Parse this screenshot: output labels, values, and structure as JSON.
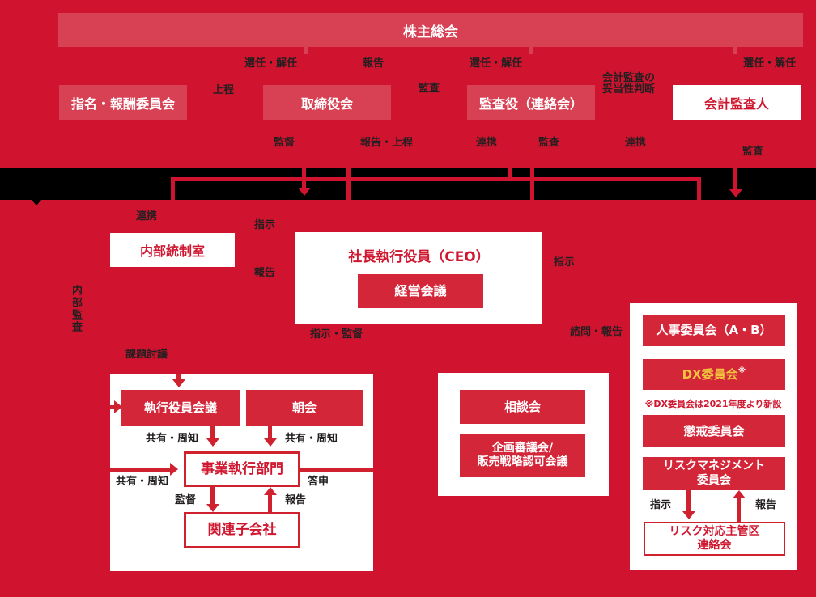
{
  "colors": {
    "background_red": "#d0142f",
    "light_red_box": "#d84154",
    "panel_red_box": "#d32639",
    "red_text": "#cf1730",
    "dark_label": "#231f20",
    "black_band": "#000000",
    "dx_yellow": "#f2c23e",
    "white": "#ffffff"
  },
  "top": {
    "shareholders_meeting": "株主総会",
    "nomination_committee": "指名・報酬委員会",
    "board_of_directors": "取締役会",
    "auditors": "監査役（連絡会）",
    "accounting_auditor": "会計監査人",
    "labels": {
      "appoint_dismiss_1": "選任・解任",
      "report_1": "報告",
      "appoint_dismiss_2": "選任・解任",
      "appoint_dismiss_3": "選任・解任",
      "submission": "上程",
      "audit_1": "監査",
      "validity_line1": "会計監査の",
      "validity_line2": "妥当性判断",
      "supervision_1": "監督",
      "report_submission": "報告・上程",
      "cooperation_1": "連携",
      "audit_2": "監査",
      "cooperation_2": "連携",
      "audit_3": "監査"
    }
  },
  "middle": {
    "cooperation_3": "連携",
    "internal_control_office": "内部統制室",
    "instruction_1": "指示",
    "report_2": "報告",
    "ceo_title": "社長執行役員（CEO）",
    "management_meeting": "経営会議",
    "instruction_2": "指示",
    "internal_audit": "内部監査",
    "instruction_supervision": "指示・監督",
    "consultation_report": "諮問・報告",
    "issue_discussion": "課題討議"
  },
  "exec_panel": {
    "executive_officers_meeting": "執行役員会議",
    "morning_meeting": "朝会",
    "share_notify_1": "共有・周知",
    "share_notify_2": "共有・周知",
    "share_notify_3": "共有・周知",
    "business_execution_division": "事業執行部門",
    "supervision_2": "監督",
    "report_3": "報告",
    "answer": "答申",
    "affiliated_subsidiaries": "関連子会社"
  },
  "meeting_panel": {
    "consultation_meeting": "相談会",
    "planning_council_line1": "企画審議会/",
    "planning_council_line2": "販売戦略認可会議"
  },
  "committee_panel": {
    "hr_committee": "人事委員会（A・B）",
    "dx_committee": "DX委員会",
    "dx_asterisk": "※",
    "dx_note": "※DX委員会は2021年度より新設",
    "disciplinary_committee": "懲戒委員会",
    "risk_mgmt_line1": "リスクマネジメント",
    "risk_mgmt_line2": "委員会",
    "instruction_3": "指示",
    "report_4": "報告",
    "risk_liaison_line1": "リスク対応主管区",
    "risk_liaison_line2": "連絡会"
  }
}
